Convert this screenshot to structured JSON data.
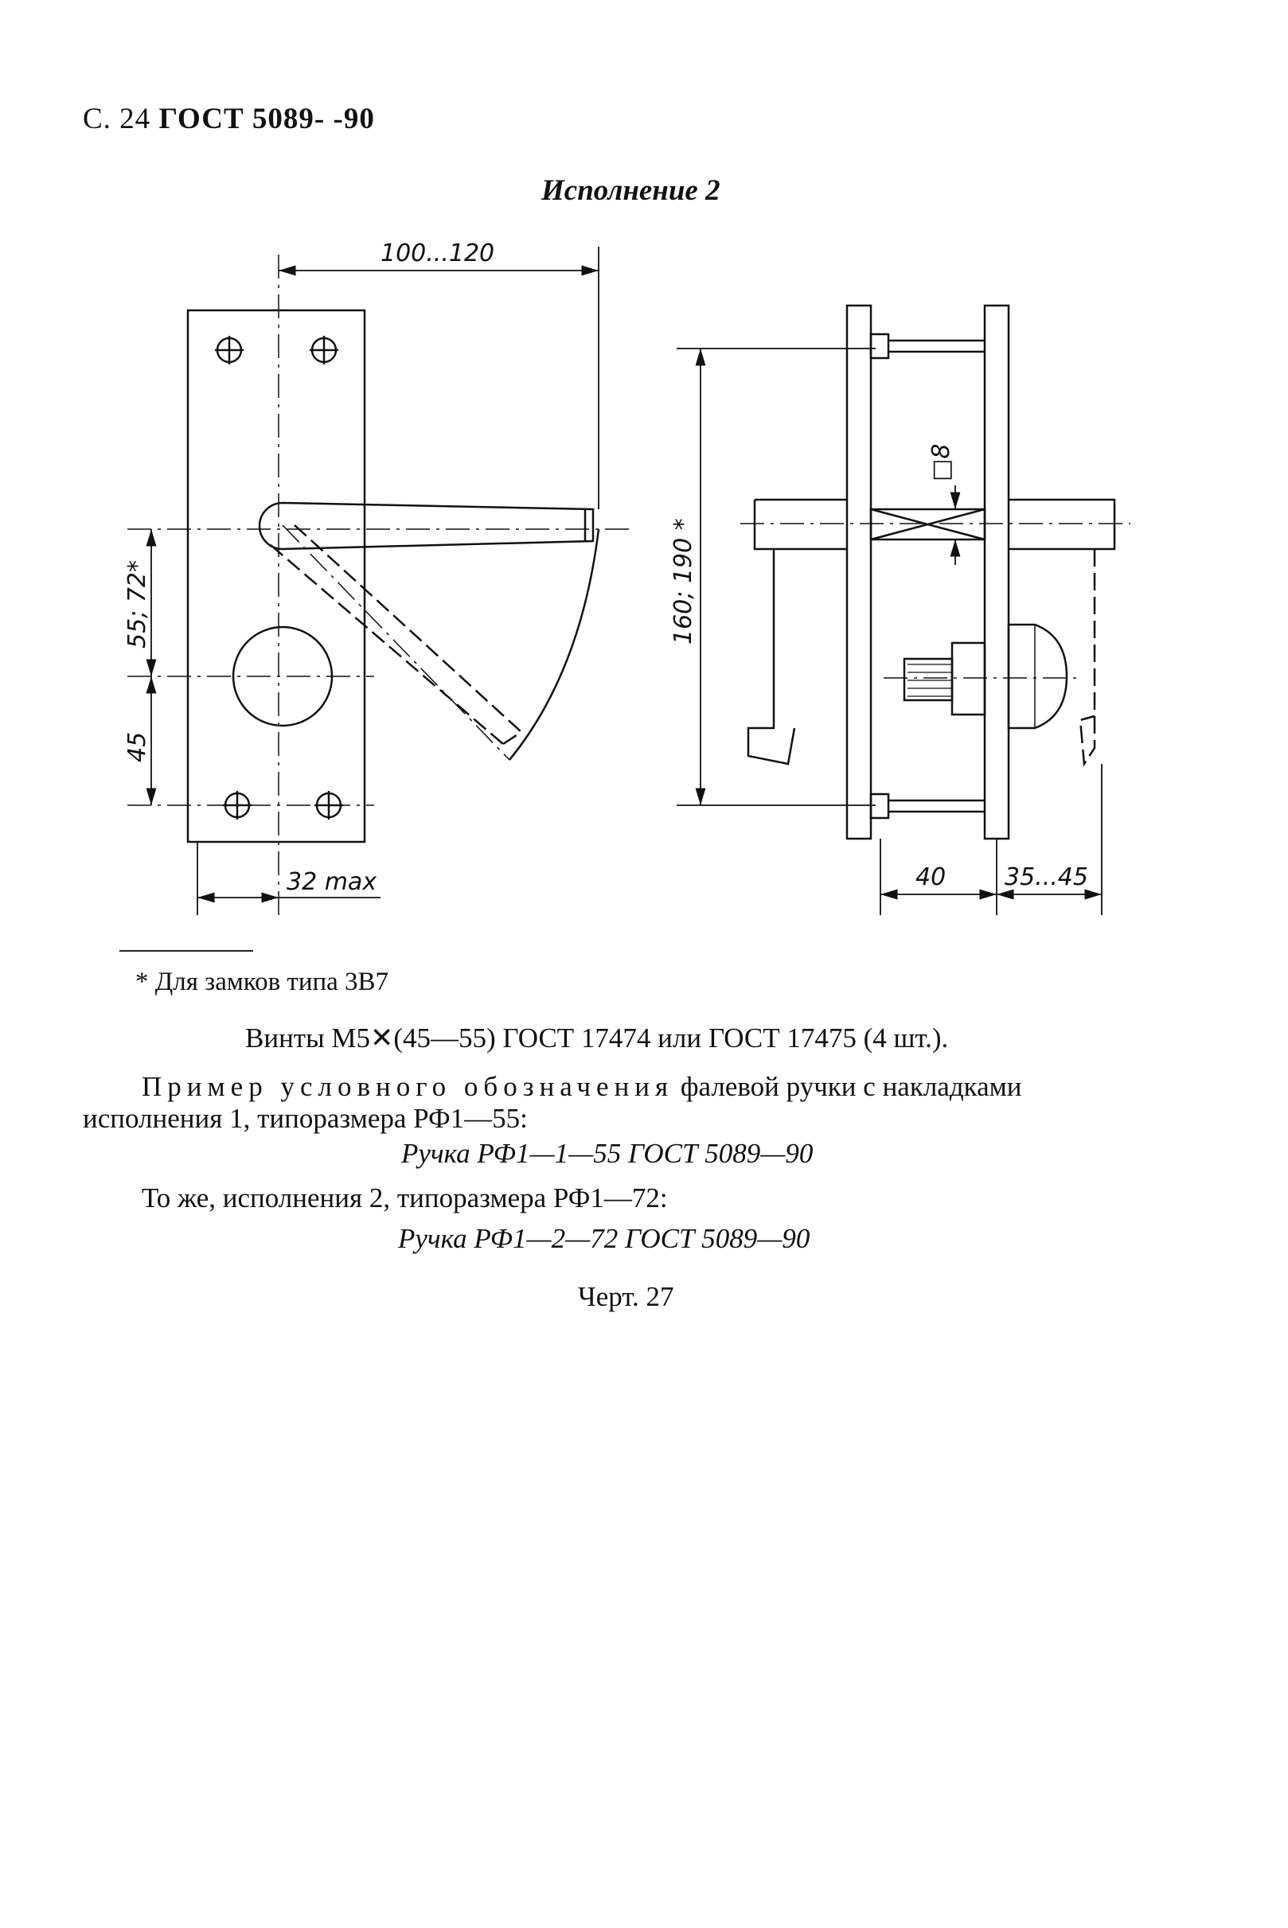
{
  "header": {
    "page": "С. 24",
    "standard": "ГОСТ 5089- -90"
  },
  "subtitle": "Исполнение 2",
  "drawing": {
    "dim_100_120": "100...120",
    "dim_55_72": "55; 72*",
    "dim_45": "45",
    "dim_32max": "32 max",
    "dim_160_190": "160; 190 *",
    "dim_sq8": "□8",
    "dim_40": "40",
    "dim_35_45": "35...45"
  },
  "footnote": "* Для замков типа 3В7",
  "text": {
    "screws": "Винты М5✕(45—55) ГОСТ 17474 или ГОСТ 17475 (4 шт.).",
    "example_intro_spaced": "Пример условного обозначения",
    "example_intro_rest": " фалевой ручки с накладками",
    "example_intro_line2": "исполнения 1, типоразмера РФ1—55:",
    "example1": "Ручка РФ1—1—55 ГОСТ 5089—90",
    "same_intro": "То же, исполнения 2, типоразмера РФ1—72:",
    "example2": "Ручка РФ1—2—72 ГОСТ 5089—90",
    "figure_number": "Черт. 27"
  }
}
